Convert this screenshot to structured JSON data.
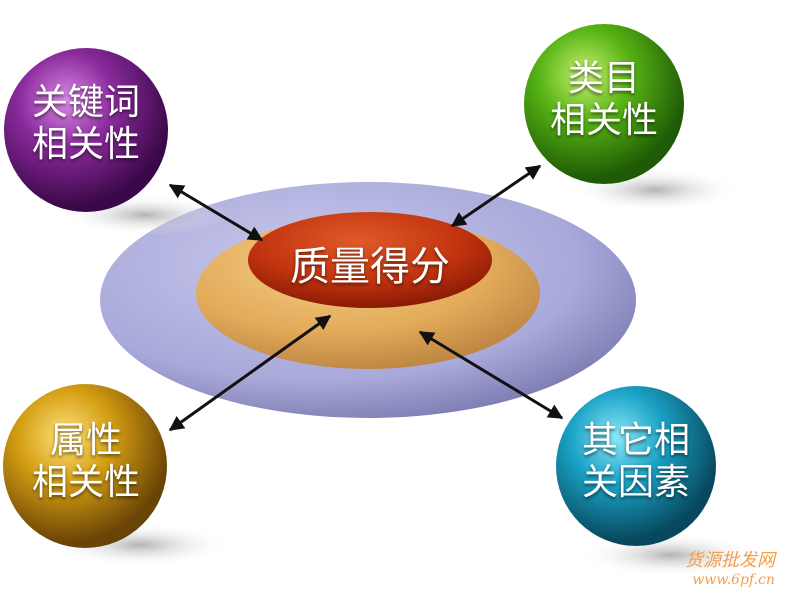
{
  "center": {
    "label": "质量得分"
  },
  "nodes": [
    {
      "id": "keyword",
      "line1": "关键词",
      "line2": "相关性",
      "color": "#7a1f8a"
    },
    {
      "id": "category",
      "line1": "类目",
      "line2": "相关性",
      "color": "#58b81a"
    },
    {
      "id": "attribute",
      "line1": "属性",
      "line2": "相关性",
      "color": "#d2a010"
    },
    {
      "id": "other",
      "line1": "其它相",
      "line2": "关因素",
      "color": "#1aa6c8"
    }
  ],
  "colors": {
    "outer_ring": "#a8a8d8",
    "inner_ring": "#e8b060",
    "center": "#c03010"
  },
  "watermark": {
    "line1": "货源批发网",
    "line2": "www.6pf.cn"
  }
}
